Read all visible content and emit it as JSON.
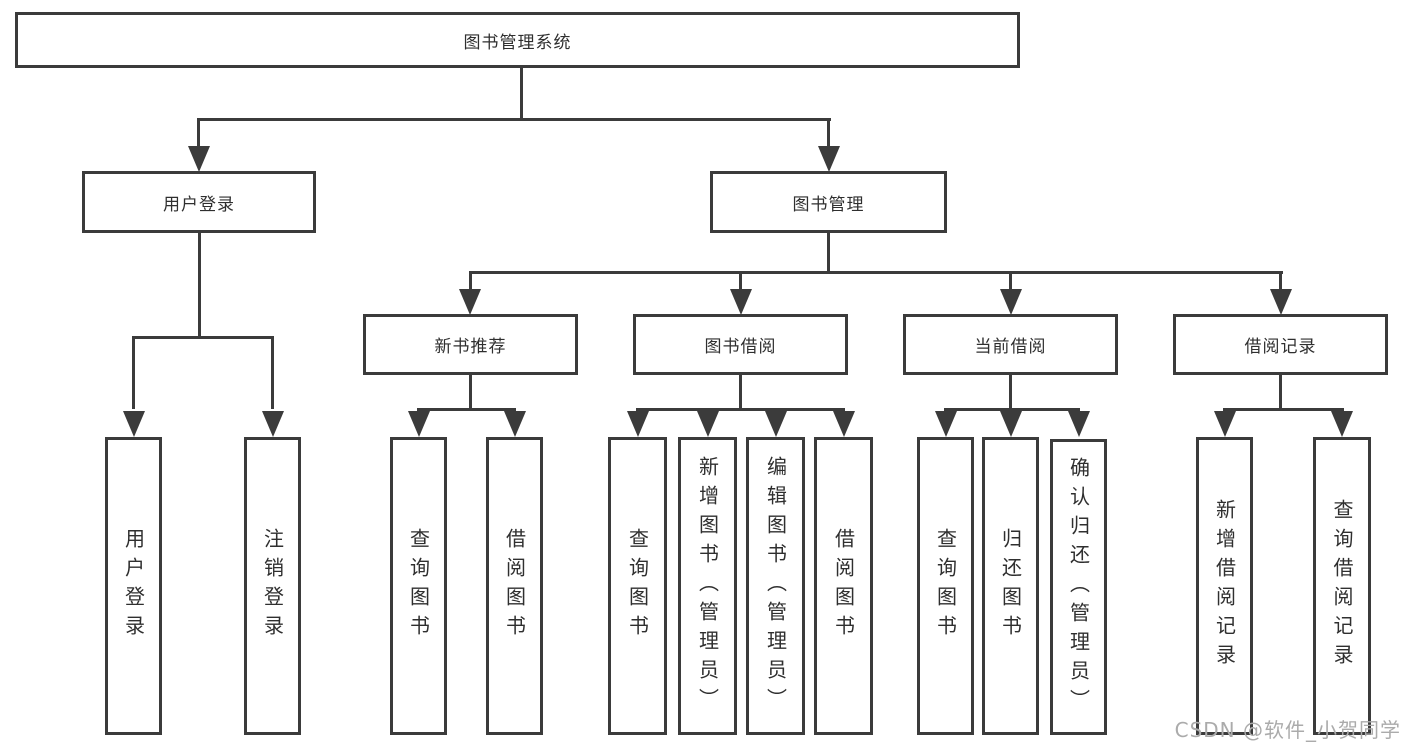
{
  "diagram": {
    "root": {
      "label": "图书管理系统"
    },
    "level1": [
      {
        "label": "用户登录"
      },
      {
        "label": "图书管理"
      }
    ],
    "level2": [
      {
        "label": "新书推荐"
      },
      {
        "label": "图书借阅"
      },
      {
        "label": "当前借阅"
      },
      {
        "label": "借阅记录"
      }
    ],
    "leaves": {
      "login": [
        "用户登录",
        "注销登录"
      ],
      "recommend": [
        "查询图书",
        "借阅图书"
      ],
      "borrow": [
        "查询图书",
        "新增图书（管理员）",
        "编辑图书（管理员）",
        "借阅图书"
      ],
      "current": [
        "查询图书",
        "归还图书",
        "确认归还（管理员）"
      ],
      "records": [
        "新增借阅记录",
        "查询借阅记录"
      ]
    },
    "colors": {
      "line": "#3b3b3b",
      "box_border": "#3b3b3b",
      "text": "#2f2f2f",
      "background": "#ffffff",
      "watermark": "#ababab"
    },
    "watermark": "CSDN @软件_小贺同学"
  }
}
